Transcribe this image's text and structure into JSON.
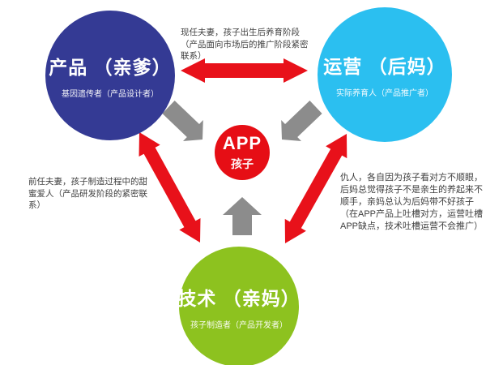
{
  "nodes": {
    "product": {
      "title": "产品 （亲爹）",
      "subtitle": "基因遗传者（产品设计者）",
      "color": "#343A94"
    },
    "operation": {
      "title": "运营 （后妈）",
      "subtitle": "实际养育人（产品推广者）",
      "color": "#2BBFF0"
    },
    "technology": {
      "title": "技术 （亲妈）",
      "subtitle": "孩子制造者（产品开发者）",
      "color": "#8DC21F"
    },
    "app": {
      "title": "APP",
      "subtitle": "孩子",
      "color": "#E60E15"
    }
  },
  "annotations": {
    "top": "现任夫妻，孩子出生后养育阶段（产品面向市场后的推广阶段紧密联系）",
    "left": "前任夫妻，孩子制造过程中的甜蜜爱人（产品研发阶段的紧密联系）",
    "right": "仇人，各自因为孩子看对方不顺眼，后妈总觉得孩子不是亲生的养起来不顺手，亲妈总认为后妈带不好孩子（在APP产品上吐槽对方，运营吐槽APP缺点，技术吐槽运营不会推广）"
  },
  "colors": {
    "red_arrow": "#E8111A",
    "gray_arrow": "#8C8C8C",
    "annotation_text": "#3F3F3F"
  }
}
